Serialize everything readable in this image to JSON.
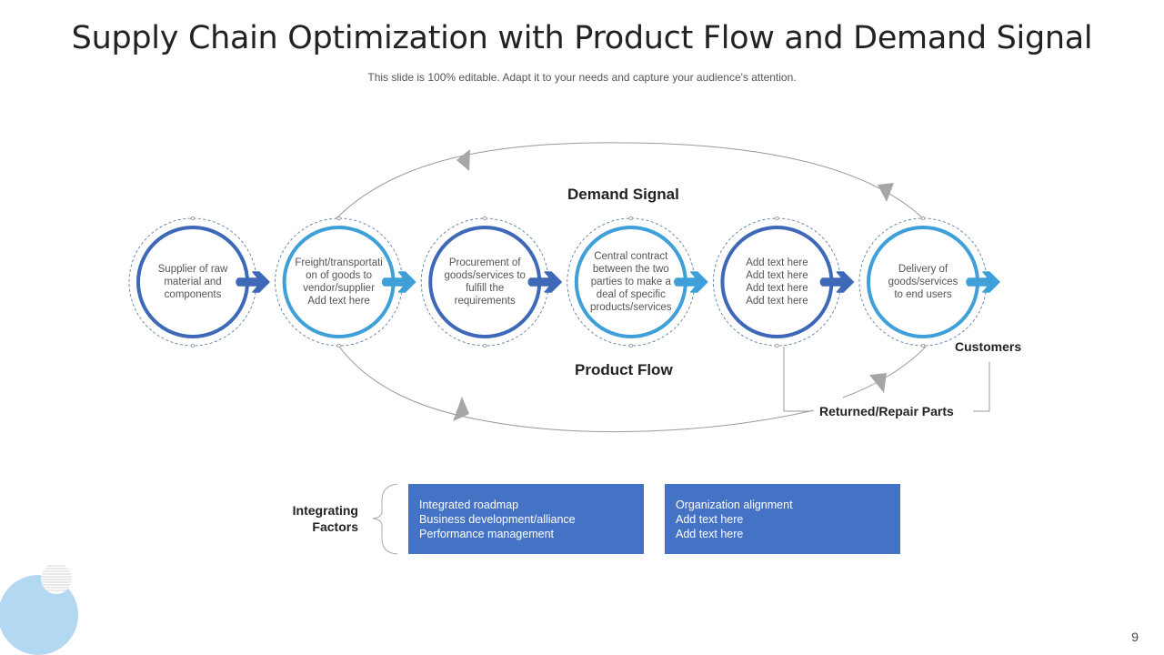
{
  "slide": {
    "title": "Supply Chain Optimization with Product Flow and Demand Signal",
    "subtitle": "This slide is 100% editable. Adapt it to your needs and capture your audience's attention.",
    "page_number": "9"
  },
  "colors": {
    "dark_blue": "#3e68b8",
    "light_blue": "#3fa0d9",
    "box_fill": "#4472c4",
    "decor_circle": "#b3d9f2",
    "connector_gray": "#999999",
    "arrowhead_gray": "#a6a6a6"
  },
  "flow_labels": {
    "demand_signal": "Demand Signal",
    "product_flow": "Product Flow",
    "customers": "Customers",
    "returned_parts": "Returned/Repair Parts"
  },
  "stages": [
    {
      "lines": [
        "Supplier of raw",
        "material and",
        "components"
      ],
      "color": "dark"
    },
    {
      "lines": [
        "Freight/transportati",
        "on of goods to",
        "vendor/supplier",
        "Add text here"
      ],
      "color": "light"
    },
    {
      "lines": [
        "Procurement of",
        "goods/services to",
        "fulfill the",
        "requirements"
      ],
      "color": "dark"
    },
    {
      "lines": [
        "Central contract",
        "between the two",
        "parties to make a",
        "deal of specific",
        "products/services"
      ],
      "color": "light"
    },
    {
      "lines": [
        "Add text here",
        "Add text here",
        "Add text here",
        "Add text here"
      ],
      "color": "dark"
    },
    {
      "lines": [
        "Delivery of",
        "goods/services",
        "to end users"
      ],
      "color": "light"
    }
  ],
  "integrating": {
    "label_line1": "Integrating",
    "label_line2": "Factors",
    "box1": [
      "Integrated  roadmap",
      "Business development/alliance",
      "Performance  management"
    ],
    "box2": [
      "Organization  alignment",
      "Add text here",
      "Add text here"
    ]
  }
}
